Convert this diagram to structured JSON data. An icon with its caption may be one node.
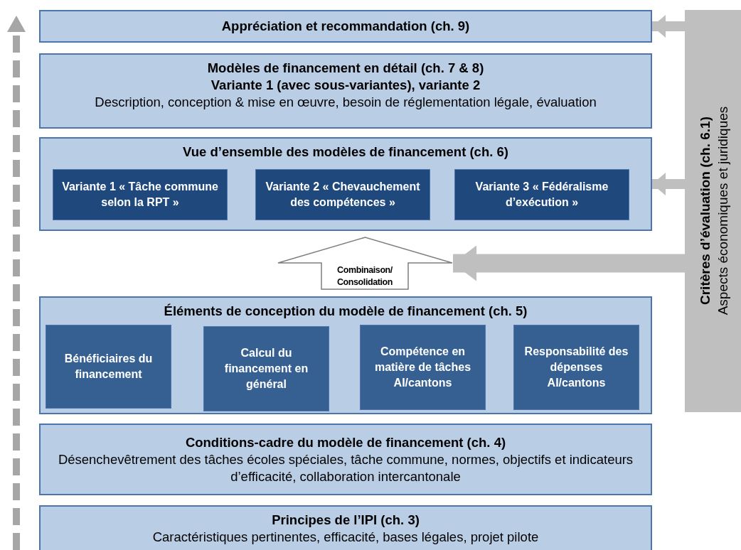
{
  "diagram": {
    "nodes": [
      {
        "text": [
          "Appréciation et recommandation (ch. 9)"
        ]
      },
      {
        "text": [
          "Modèles de financement en détail (ch. 7 & 8)",
          "Variante 1 (avec sous-variantes), variante 2",
          "Description, conception & mise en œuvre, besoin de réglementation légale, évaluation"
        ]
      },
      {
        "text": [
          "Vue d’ensemble des modèles de financement (ch. 6)"
        ]
      },
      {
        "text": [
          "Variante 1 « Tâche commune selon la RPT »"
        ],
        "in": 2
      },
      {
        "text": [
          "Variante 2 « Chevauchement des compétences »"
        ],
        "in": 2
      },
      {
        "text": [
          "Variante 3 « Fédéralisme d’exécution »"
        ],
        "in": 2
      },
      {
        "text": [
          "Combinaison/ Consolidation"
        ]
      },
      {
        "text": [
          "Éléments de conception du modèle de financement (ch. 5)"
        ]
      },
      {
        "text": [
          "Bénéficiaires du financement"
        ],
        "in": 7
      },
      {
        "text": [
          "Calcul du financement en général"
        ],
        "in": 7
      },
      {
        "text": [
          "Compétence en matière de tâches AI/cantons"
        ],
        "in": 7
      },
      {
        "text": [
          "Responsabilité des dépenses AI/cantons"
        ],
        "in": 7
      },
      {
        "text": [
          "Conditions-cadre du modèle de financement (ch. 4)",
          "Désenchevêtrement des tâches écoles spéciales, tâche commune, normes, objectifs et indicateurs d’efficacité, collaboration intercantonale"
        ]
      },
      {
        "text": [
          "Principes de l’IPI (ch. 3)",
          "Caractéristiques pertinentes, efficacité, bases légales, projet pilote"
        ]
      },
      {
        "text": [
          "Critères d’évaluation (ch. 6.1)",
          "Aspects économiques et juridiques"
        ]
      }
    ],
    "edges": [
      {
        "from": 14,
        "to": 0,
        "arrow": "to"
      },
      {
        "from": 14,
        "to": 2,
        "arrow": "to"
      },
      {
        "from": 14,
        "to": 6,
        "arrow": "to",
        "style": "thick"
      }
    ]
  }
}
